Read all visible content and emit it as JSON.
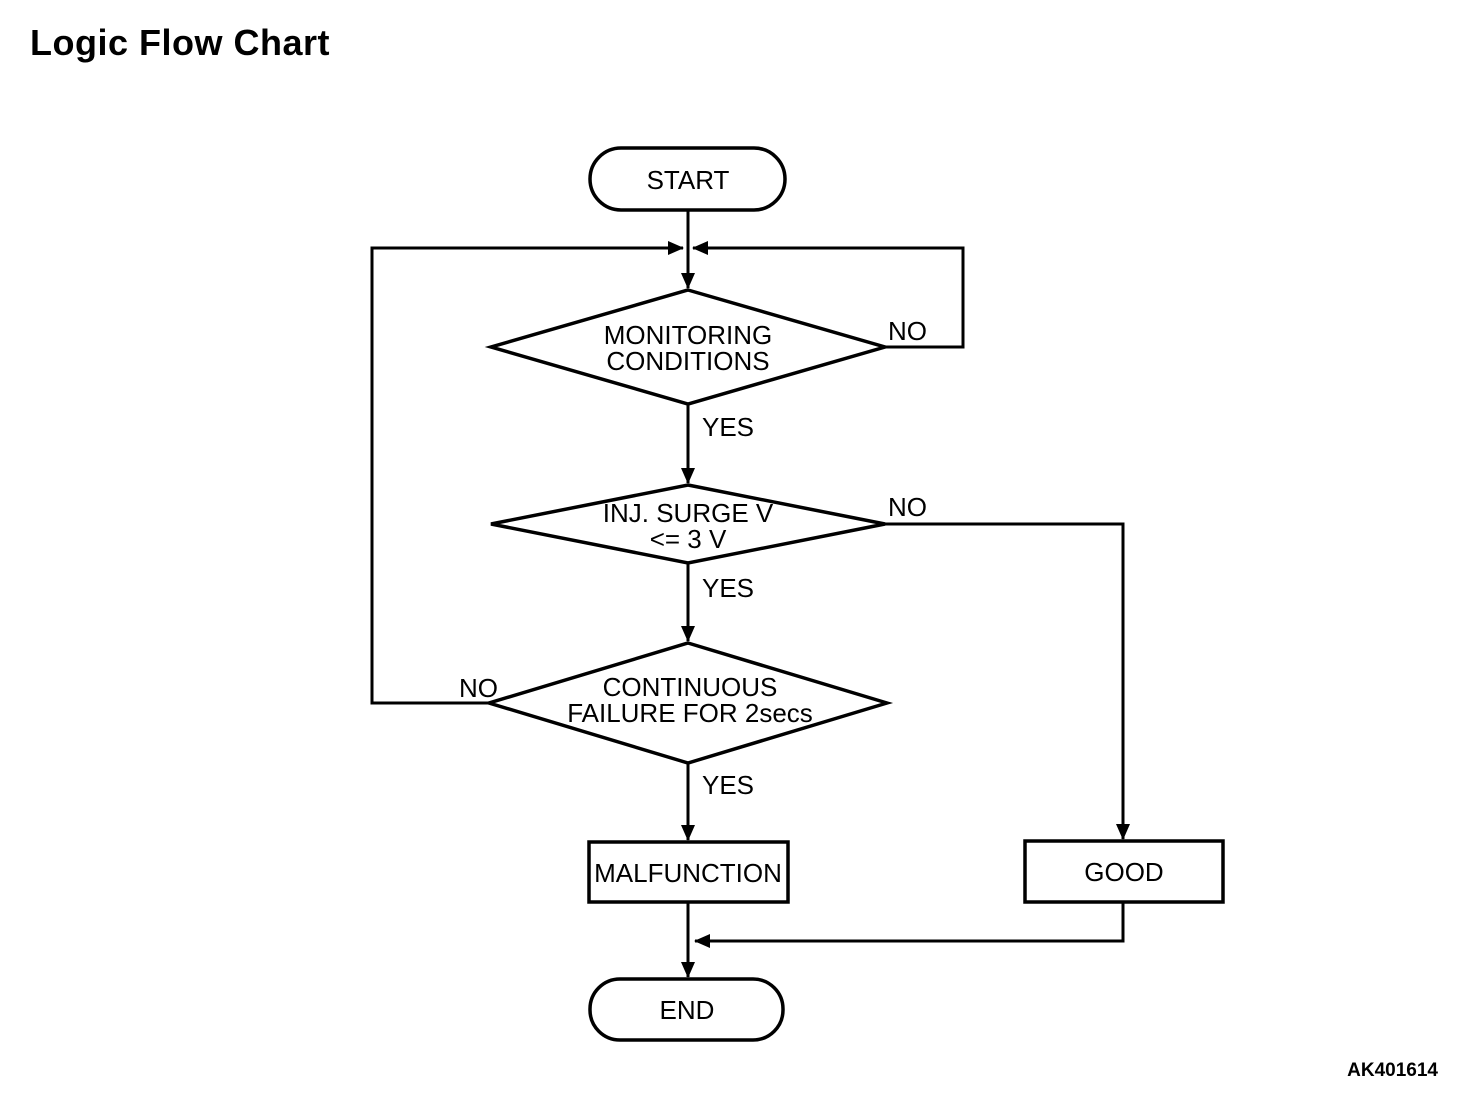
{
  "page": {
    "title": "Logic Flow Chart",
    "figure_code": "AK401614",
    "background_color": "#ffffff",
    "line_color": "#000000"
  },
  "flowchart": {
    "nodes": {
      "start": {
        "type": "terminator",
        "label": "START"
      },
      "monitoring": {
        "type": "decision",
        "line1": "MONITORING",
        "line2": "CONDITIONS"
      },
      "inj_surge": {
        "type": "decision",
        "line1": "INJ. SURGE V",
        "line2": "<= 3 V"
      },
      "continuous": {
        "type": "decision",
        "line1": "CONTINUOUS",
        "line2": "FAILURE FOR 2secs"
      },
      "malfunction": {
        "type": "process",
        "label": "MALFUNCTION"
      },
      "good": {
        "type": "process",
        "label": "GOOD"
      },
      "end": {
        "type": "terminator",
        "label": "END"
      }
    },
    "edge_labels": {
      "monitoring_yes": "YES",
      "monitoring_no": "NO",
      "inj_surge_yes": "YES",
      "inj_surge_no": "NO",
      "continuous_yes": "YES",
      "continuous_no": "NO"
    },
    "edges": [
      {
        "from": "start",
        "to": "monitoring",
        "label": ""
      },
      {
        "from": "monitoring",
        "to": "inj_surge",
        "label": "YES"
      },
      {
        "from": "monitoring",
        "to": "top-junction",
        "label": "NO"
      },
      {
        "from": "inj_surge",
        "to": "continuous",
        "label": "YES"
      },
      {
        "from": "inj_surge",
        "to": "good",
        "label": "NO"
      },
      {
        "from": "continuous",
        "to": "malfunction",
        "label": "YES"
      },
      {
        "from": "continuous",
        "to": "top-junction",
        "label": "NO"
      },
      {
        "from": "malfunction",
        "to": "end",
        "label": ""
      },
      {
        "from": "good",
        "to": "end",
        "label": ""
      }
    ]
  }
}
